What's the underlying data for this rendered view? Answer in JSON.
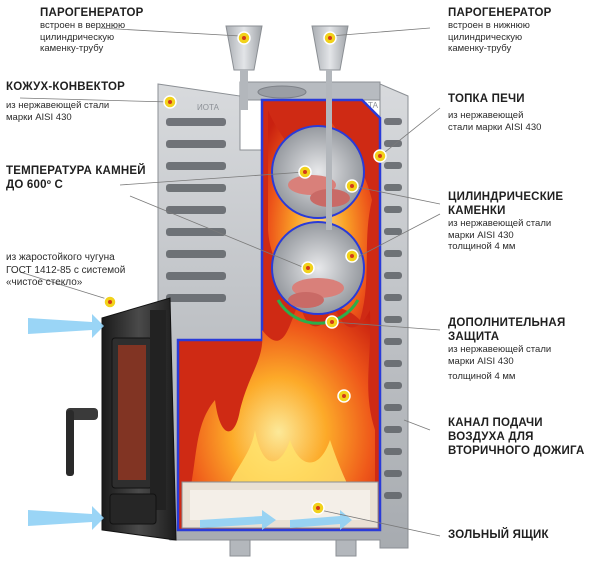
{
  "labels": {
    "parogen_top": {
      "title": "ПАРОГЕНЕРАТОР",
      "lines": [
        "встроен в верхнюю",
        "цилиндрическую",
        "каменку-трубу"
      ]
    },
    "parogen_bottom": {
      "title": "ПАРОГЕНЕРАТОР",
      "lines": [
        "встроен в нижнюю",
        "цилиндрическую",
        "каменку-трубу"
      ]
    },
    "kozhuh": {
      "title": "КОЖУХ-КОНВЕКТОР",
      "lines": [
        "из нержавеющей стали",
        "марки AISI 430"
      ]
    },
    "topka": {
      "title": "ТОПКА ПЕЧИ",
      "lines": [
        "из нержавеющей",
        "стали марки AISI 430"
      ]
    },
    "temp": {
      "title_lines": [
        "ТЕМПЕРАТУРА КАМНЕЙ",
        "ДО 600º С"
      ]
    },
    "kamenki": {
      "title_lines": [
        "ЦИЛИНДРИЧЕСКИЕ",
        "КАМЕНКИ"
      ],
      "lines": [
        "из нержавеющей стали",
        "марки AISI 430",
        "толщиной 4 мм"
      ]
    },
    "door": {
      "lines": [
        "из жаростойкого чугуна",
        "ГОСТ 1412-85 с системой",
        "«чистое стекло»"
      ]
    },
    "zashita": {
      "title_lines": [
        "ДОПОЛНИТЕЛЬНАЯ",
        "ЗАЩИТА"
      ],
      "lines": [
        "из нержавеющей стали",
        "марки AISI 430",
        "толщиной 4 мм"
      ]
    },
    "kanal": {
      "title_lines": [
        "КАНАЛ ПОДАЧИ",
        "ВОЗДУХА ДЛЯ",
        "ВТОРИЧНОГО ДОЖИГА"
      ]
    },
    "yashik": {
      "title": "ЗОЛЬНЫЙ ЯЩИК"
    }
  },
  "brand_marks": [
    "ИОТА",
    "ИОТА"
  ],
  "colors": {
    "marker_fill": "#f2d21b",
    "marker_ring": "#ffffff",
    "marker_center": "#d33a1a",
    "steel": "#c9ccd0",
    "steel_dark": "#8c9096",
    "fire_red": "#d42a12",
    "flame_orange": "#f7931e",
    "flame_yellow": "#ffd23a",
    "outline_blue": "#2a3bd8",
    "cast_iron": "#2b2b2b",
    "air_blue": "#7fc6f0",
    "leader": "#6a6a6a"
  }
}
